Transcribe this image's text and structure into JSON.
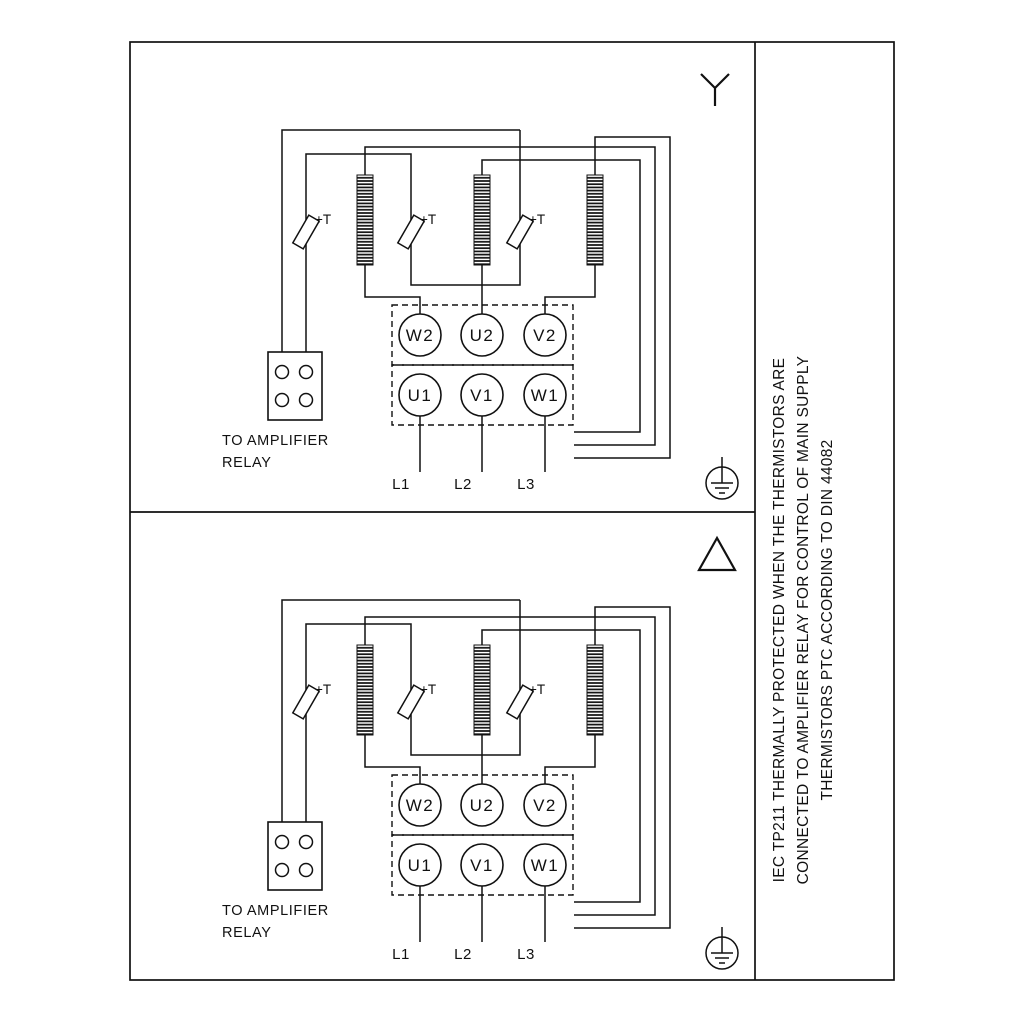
{
  "side_note": {
    "lines": [
      "IEC TP211 THERMALLY PROTECTED WHEN THE THERMISTORS ARE",
      "CONNECTED TO AMPLIFIER RELAY FOR CONTROL OF MAIN SUPPLY",
      "THERMISTORS PTC ACCORDING TO DIN 44082"
    ]
  },
  "panels": [
    {
      "connection": "star",
      "thermistor_label": "+T",
      "relay_caption": [
        "TO AMPLIFIER",
        "RELAY"
      ],
      "terminals_top": [
        "W2",
        "U2",
        "V2"
      ],
      "terminals_bottom": [
        "U1",
        "V1",
        "W1"
      ],
      "supply_labels": [
        "L1",
        "L2",
        "L3"
      ]
    },
    {
      "connection": "delta",
      "thermistor_label": "+T",
      "relay_caption": [
        "TO AMPLIFIER",
        "RELAY"
      ],
      "terminals_top": [
        "W2",
        "U2",
        "V2"
      ],
      "terminals_bottom": [
        "U1",
        "V1",
        "W1"
      ],
      "supply_labels": [
        "L1",
        "L2",
        "L3"
      ]
    }
  ],
  "colors": {
    "line": "#111111",
    "background": "#ffffff"
  }
}
